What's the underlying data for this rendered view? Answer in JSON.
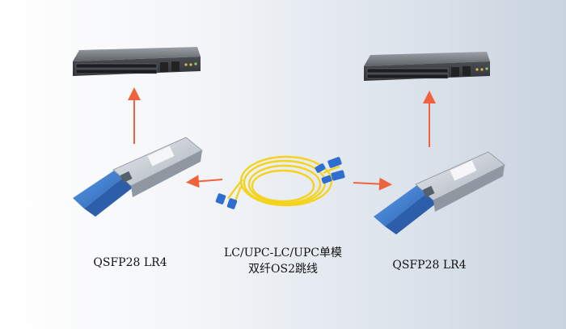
{
  "labels": {
    "left_module": "QSFP28 LR4",
    "right_module": "QSFP28 LR4",
    "cable_line1": "LC/UPC-LC/UPC单模",
    "cable_line2": "双纤OS2跳线"
  },
  "icons": {
    "left_switch": "network-switch-icon",
    "right_switch": "network-switch-icon",
    "left_transceiver": "qsfp28-transceiver-icon",
    "right_transceiver": "qsfp28-transceiver-icon",
    "patch_cable": "fiber-patch-cable-icon"
  },
  "colors": {
    "arrow": "#f0623d",
    "switch_body": "#6b6f74",
    "transceiver_body": "#c9cfd6",
    "pull_tab": "#3f7fd0",
    "cable": "#f4d31f",
    "connector": "#2d6ed0"
  }
}
